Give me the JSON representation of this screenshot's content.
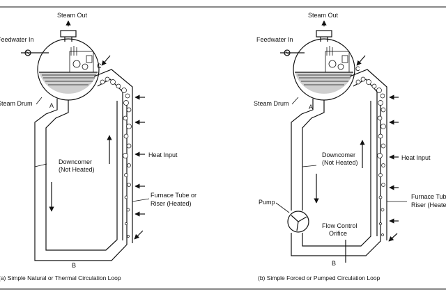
{
  "diagrams": [
    {
      "labels": {
        "steam_out": "Steam Out",
        "feedwater_in": "Feedwater In",
        "steam_drum": "Steam Drum",
        "point_a": "A",
        "point_b": "B",
        "point_c": "C",
        "downcomer_1": "Downcomer",
        "downcomer_2": "(Not Heated)",
        "heat_input": "Heat Input",
        "riser_1": "Furnace Tube or",
        "riser_2": "Riser (Heated)"
      },
      "caption": "(a)  Simple Natural or Thermal Circulation Loop"
    },
    {
      "labels": {
        "steam_out": "Steam Out",
        "feedwater_in": "Feedwater In",
        "steam_drum": "Steam Drum",
        "point_a": "A",
        "point_b": "B",
        "point_c": "C",
        "downcomer_1": "Downcomer",
        "downcomer_2": "(Not Heated)",
        "heat_input": "Heat Input",
        "riser_1": "Furnace Tube or",
        "riser_2": "Riser (Heated)",
        "pump": "Pump",
        "orifice_1": "Flow Control",
        "orifice_2": "Orifice"
      },
      "caption": "(b)  Simple Forced or Pumped Circulation Loop"
    }
  ]
}
